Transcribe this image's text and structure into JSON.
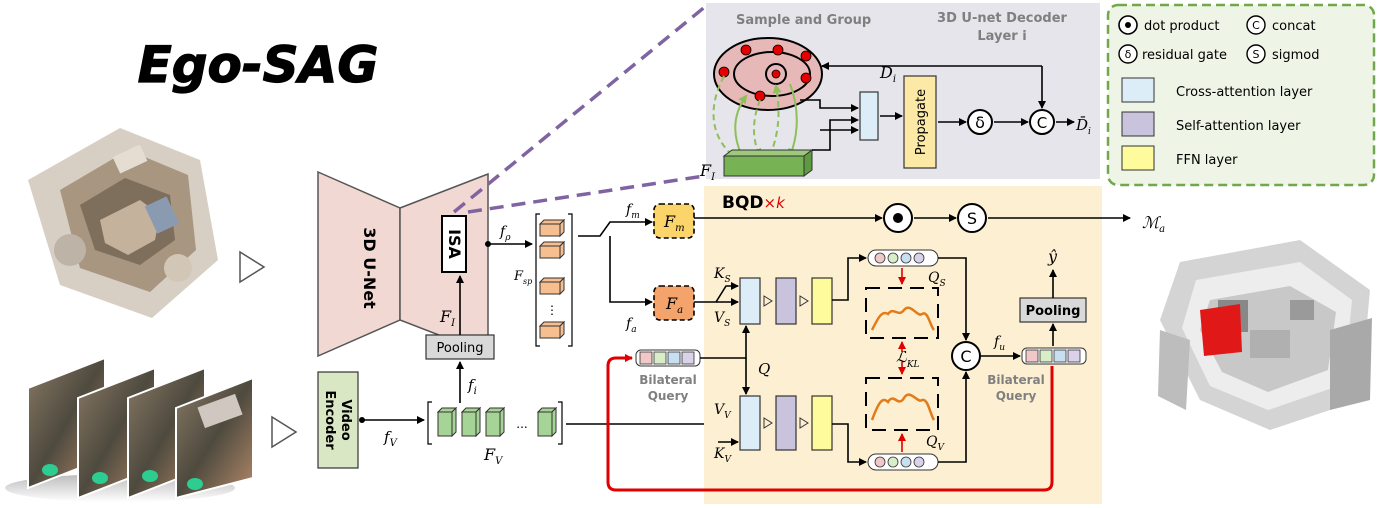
{
  "title": "Ego-SAG",
  "legend": {
    "dot_product": "dot product",
    "concat": "concat",
    "residual_gate": "residual gate",
    "sigmoid": "sigmod",
    "cross_attention": "Cross-attention layer",
    "self_attention": "Self-attention layer",
    "ffn": "FFN layer",
    "symbol_concat": "C",
    "symbol_sigmoid": "S",
    "symbol_gate": "δ",
    "colors": {
      "cross_attention": "#dcedf8",
      "self_attention": "#c9c3dd",
      "ffn": "#fdfb9b"
    }
  },
  "inset": {
    "sample_group": "Sample and Group",
    "decoder_title_1": "3D U-net Decoder",
    "decoder_title_2": "Layer i",
    "propagate": "Propagate",
    "d_i": "D",
    "d_sub": "i",
    "d_bar": "D̄",
    "f_i_label": "F",
    "f_i_sub": "I"
  },
  "encoder": {
    "unet": "3D U-Net",
    "isa": "ISA",
    "video_encoder_1": "Video",
    "video_encoder_2": "Encoder",
    "pooling": "Pooling",
    "f_rho": "f",
    "f_rho_sub": "ρ",
    "f_i": "f",
    "f_i_sub": "i",
    "F_I": "F",
    "F_I_sub": "I",
    "f_v": "f",
    "f_v_sub": "V",
    "F_v": "F",
    "F_v_sub": "V",
    "F_sp": "F",
    "F_sp_sub": "sp",
    "ellipsis": "...",
    "vdots": "⋮"
  },
  "bqd": {
    "title": "BQD",
    "times_k": "×k",
    "F_m": "F",
    "F_m_sub": "m",
    "F_a": "F",
    "F_a_sub": "a",
    "f_m": "f",
    "f_m_sub": "m",
    "f_a": "f",
    "f_a_sub": "a",
    "K_s": "K",
    "K_s_sub": "S",
    "V_s": "V",
    "V_s_sub": "S",
    "V_v": "V",
    "V_v_sub": "V",
    "K_v": "K",
    "K_v_sub": "V",
    "Q": "Q",
    "Q_s": "Q",
    "Q_s_sub": "S",
    "Q_v": "Q",
    "Q_v_sub": "V",
    "L_kl": "ℒ",
    "L_kl_sub": "KL",
    "bilateral_1": "Bilateral",
    "bilateral_2": "Query",
    "pooling": "Pooling",
    "f_u": "f",
    "f_u_sub": "u",
    "y_hat": "ŷ",
    "M_a": "ℳ",
    "M_a_sub": "a"
  }
}
